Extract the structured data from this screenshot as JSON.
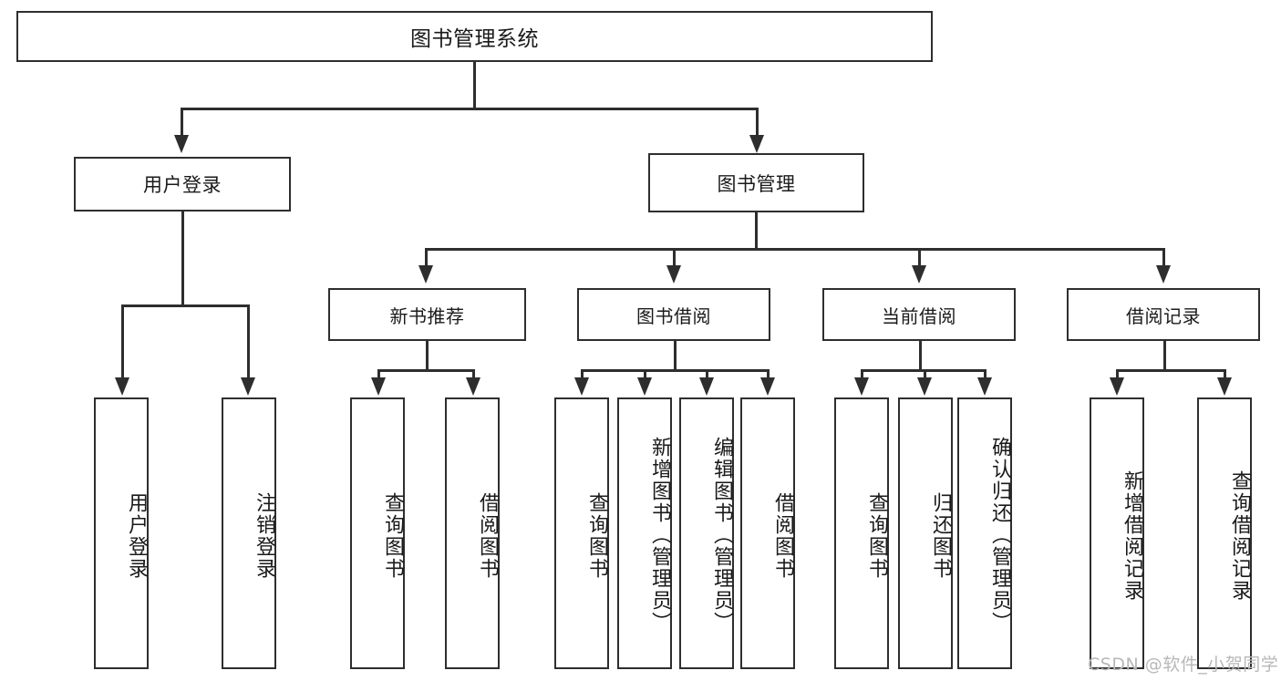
{
  "diagram": {
    "title": "图书管理系统",
    "root": {
      "label": "图书管理系统"
    },
    "level1": [
      {
        "label": "用户登录"
      },
      {
        "label": "图书管理"
      }
    ],
    "level2": [
      {
        "label": "新书推荐"
      },
      {
        "label": "图书借阅"
      },
      {
        "label": "当前借阅"
      },
      {
        "label": "借阅记录"
      }
    ],
    "leaves": {
      "user_login": [
        {
          "label": "用户登录"
        },
        {
          "label": "注销登录"
        }
      ],
      "new_book_recommend": [
        {
          "label": "查询图书"
        },
        {
          "label": "借阅图书"
        }
      ],
      "book_borrow": [
        {
          "label": "查询图书"
        },
        {
          "label": "新增图书（管理员）"
        },
        {
          "label": "编辑图书（管理员）"
        },
        {
          "label": "借阅图书"
        }
      ],
      "current_borrow": [
        {
          "label": "查询图书"
        },
        {
          "label": "归还图书"
        },
        {
          "label": "确认归还（管理员）"
        }
      ],
      "borrow_record": [
        {
          "label": "新增借阅记录"
        },
        {
          "label": "查询借阅记录"
        }
      ]
    }
  },
  "watermark": {
    "text": "CSDN @软件_小贺同学"
  },
  "colors": {
    "stroke": "#2e2e2e",
    "text": "#1a1a1a",
    "background": "#ffffff",
    "watermark": "#b8b8b8"
  }
}
